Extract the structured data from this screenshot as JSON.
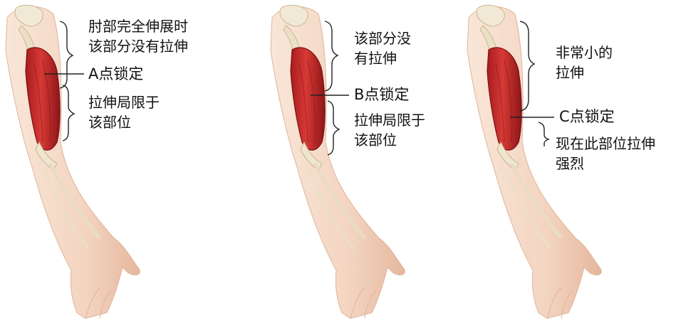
{
  "colors": {
    "skin": "#f6dccb",
    "skin_shadow": "#e8b89e",
    "muscle": "#c8282a",
    "muscle_dark": "#8e1518",
    "bone": "#efe6d0",
    "line": "#222222"
  },
  "panels": [
    {
      "name": "panel-a",
      "top_label": [
        "肘部完全伸展时",
        "该部分没有拉伸"
      ],
      "lock_label": "A点锁定",
      "bottom_label": [
        "拉伸局限于",
        "该部位"
      ]
    },
    {
      "name": "panel-b",
      "top_label": [
        "该部分没",
        "有拉伸"
      ],
      "lock_label": "B点锁定",
      "bottom_label": [
        "拉伸局限于",
        "该部位"
      ]
    },
    {
      "name": "panel-c",
      "top_label": [
        "非常小的",
        "拉伸"
      ],
      "lock_label": "C点锁定",
      "bottom_label": [
        "现在此部位拉伸",
        "强烈"
      ]
    }
  ]
}
